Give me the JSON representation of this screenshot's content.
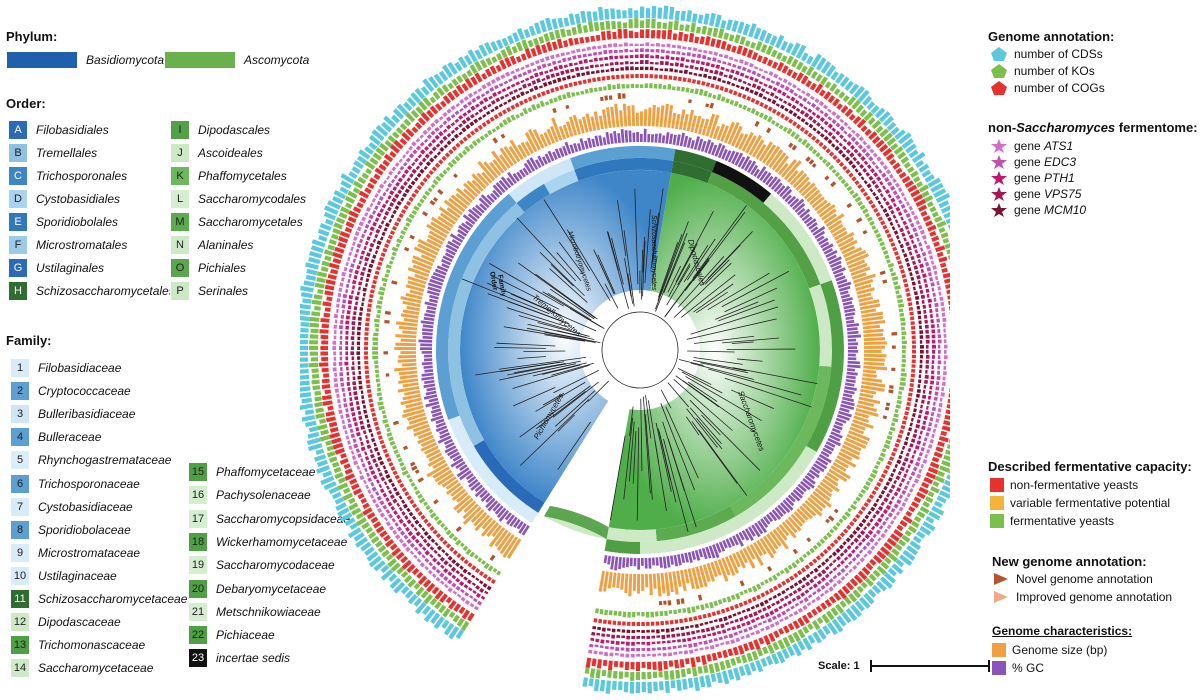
{
  "phylum": {
    "title": "Phylum:",
    "items": [
      {
        "label": "Basidiomycota",
        "color": "#1f5fae"
      },
      {
        "label": "Ascomycota",
        "color": "#6ab04c"
      }
    ]
  },
  "order": {
    "title": "Order:",
    "items": [
      {
        "code": "A",
        "label": "Filobasidiales",
        "color": "#2a6ab8"
      },
      {
        "code": "B",
        "label": "Tremellales",
        "color": "#8fc1e3"
      },
      {
        "code": "C",
        "label": "Trichosporonales",
        "color": "#3d86c6"
      },
      {
        "code": "D",
        "label": "Cystobasidiales",
        "color": "#a9d3ee"
      },
      {
        "code": "E",
        "label": "Sporidiobolales",
        "color": "#2f78bd"
      },
      {
        "code": "F",
        "label": "Microstromatales",
        "color": "#9ccbea"
      },
      {
        "code": "G",
        "label": "Ustilaginales",
        "color": "#2a6ab8"
      },
      {
        "code": "H",
        "label": "Schizosaccharomycetales",
        "color": "#2f6d31"
      },
      {
        "code": "I",
        "label": "Dipodascales",
        "color": "#53a047"
      },
      {
        "code": "J",
        "label": "Ascoideales",
        "color": "#cce8c4"
      },
      {
        "code": "K",
        "label": "Phaffomycetales",
        "color": "#6bb85d"
      },
      {
        "code": "L",
        "label": "Saccharomycodales",
        "color": "#d6eed0"
      },
      {
        "code": "M",
        "label": "Saccharomycetales",
        "color": "#5dab4f"
      },
      {
        "code": "N",
        "label": "Alaninales",
        "color": "#cde9c6"
      },
      {
        "code": "O",
        "label": "Pichiales",
        "color": "#5ca650"
      },
      {
        "code": "P",
        "label": "Serinales",
        "color": "#cce8c4"
      }
    ]
  },
  "family": {
    "title": "Family:",
    "items": [
      {
        "code": "1",
        "label": "Filobasidiaceae",
        "color": "#d7ebf8"
      },
      {
        "code": "2",
        "label": "Cryptococcaceae",
        "color": "#5b9fd3"
      },
      {
        "code": "3",
        "label": "Bulleribasidiaceae",
        "color": "#cfe6f6"
      },
      {
        "code": "4",
        "label": "Bulleraceae",
        "color": "#5b9fd3"
      },
      {
        "code": "5",
        "label": "Rhynchogastremataceae",
        "color": "#dbeefa"
      },
      {
        "code": "6",
        "label": "Trichosporonaceae",
        "color": "#5b9fd3"
      },
      {
        "code": "7",
        "label": "Cystobasidiaceae",
        "color": "#d7ebf8"
      },
      {
        "code": "8",
        "label": "Sporidiobolaceae",
        "color": "#5b9fd3"
      },
      {
        "code": "9",
        "label": "Microstromataceae",
        "color": "#d7ebf8"
      },
      {
        "code": "10",
        "label": "Ustilaginaceae",
        "color": "#d7ebf8"
      },
      {
        "code": "11",
        "label": "Schizosaccharomycetaceae",
        "color": "#2f6d31"
      },
      {
        "code": "12",
        "label": "Dipodascaceae",
        "color": "#cde9c6"
      },
      {
        "code": "13",
        "label": "Trichomonascaceae",
        "color": "#4fa044"
      },
      {
        "code": "14",
        "label": "Saccharomycetaceae",
        "color": "#cde9c6"
      },
      {
        "code": "15",
        "label": "Phaffomycetaceae",
        "color": "#4fa044"
      },
      {
        "code": "16",
        "label": "Pachysolenaceae",
        "color": "#d6eed0"
      },
      {
        "code": "17",
        "label": "Saccharomycopsidaceae",
        "color": "#d6eed0"
      },
      {
        "code": "18",
        "label": "Wickerhamomycetaceae",
        "color": "#4fa044"
      },
      {
        "code": "19",
        "label": "Saccharomycodaceae",
        "color": "#d6eed0"
      },
      {
        "code": "20",
        "label": "Debaryomycetaceae",
        "color": "#4fa044"
      },
      {
        "code": "21",
        "label": "Metschnikowiaceae",
        "color": "#d6eed0"
      },
      {
        "code": "22",
        "label": "Pichiaceae",
        "color": "#4fa044"
      },
      {
        "code": "23",
        "label": "incertae sedis",
        "color": "#111111"
      }
    ]
  },
  "genome_annotation": {
    "title": "Genome annotation:",
    "items": [
      {
        "label": "number of CDSs",
        "color": "#5bc8de"
      },
      {
        "label": "number of KOs",
        "color": "#7ac04a"
      },
      {
        "label": "number of COGs",
        "color": "#e8312f"
      }
    ]
  },
  "fermentome": {
    "title_prefix": "non-",
    "title_italic": "Saccharomyces",
    "title_suffix": " fermentome:",
    "items": [
      {
        "prefix": "gene ",
        "gene": "ATS1",
        "color": "#d36fc6"
      },
      {
        "prefix": "gene ",
        "gene": "EDC3",
        "color": "#c050b0"
      },
      {
        "prefix": "gene ",
        "gene": "PTH1",
        "color": "#c2186b"
      },
      {
        "prefix": "gene ",
        "gene": "VPS75",
        "color": "#a6174f"
      },
      {
        "prefix": "gene ",
        "gene": "MCM10",
        "color": "#7d1130"
      }
    ]
  },
  "fermentative_capacity": {
    "title": "Described fermentative capacity:",
    "items": [
      {
        "label": "non-fermentative yeasts",
        "color": "#e8312f"
      },
      {
        "label": "variable fermentative potential",
        "color": "#f2b53a"
      },
      {
        "label": "fermentative yeasts",
        "color": "#7ac04a"
      }
    ]
  },
  "new_annotation": {
    "title": "New genome annotation:",
    "items": [
      {
        "label": "Novel genome annotation",
        "color": "#b5532b"
      },
      {
        "label": "Improved genome annotation",
        "color": "#f1a98c"
      }
    ]
  },
  "genome_characteristics": {
    "title": "Genome characteristics:",
    "items": [
      {
        "label": "Genome size (bp)",
        "color": "#f0a040"
      },
      {
        "label": "% GC",
        "color": "#8a54b8"
      }
    ]
  },
  "tree_labels": {
    "tremellomycetes": "Tremellomycetes",
    "microbotryomycetes": "Microbotryomycetes",
    "schizosaccharomycetes": "Schizosaccharomycetes",
    "dipodascales": "Dipodascales",
    "saccharomycetes": "Saccharomycetes",
    "pichiomycetes": "Pichiomycetes",
    "order_ring": "Order",
    "family_ring": "Family"
  },
  "scale": {
    "label": "Scale: 1"
  }
}
